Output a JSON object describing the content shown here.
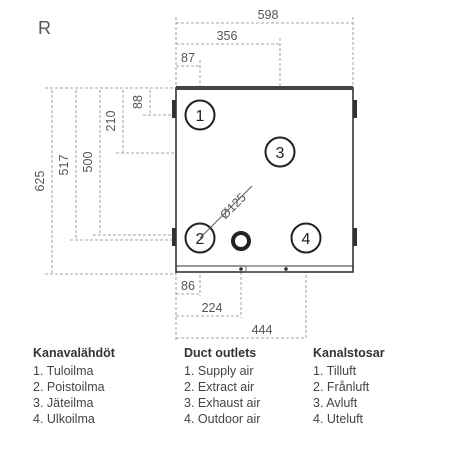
{
  "view_label": "R",
  "dimensions": {
    "width_598": "598",
    "width_356": "356",
    "width_87": "87",
    "height_88": "88",
    "height_210": "210",
    "height_500": "500",
    "height_517": "517",
    "height_625": "625",
    "diameter": "Ø125",
    "width_86": "86",
    "width_224": "224",
    "width_444": "444"
  },
  "outlets": {
    "o1": "1",
    "o2": "2",
    "o3": "3",
    "o4": "4"
  },
  "legend": {
    "finnish": {
      "title": "Kanavalähdöt",
      "items": [
        "1. Tuloilma",
        "2. Poistoilma",
        "3. Jäteilma",
        "4. Ulkoilma"
      ]
    },
    "english": {
      "title": "Duct outlets",
      "items": [
        "1. Supply air",
        "2. Extract air",
        "3. Exhaust air",
        "4. Outdoor air"
      ]
    },
    "swedish": {
      "title": "Kanalstosar",
      "items": [
        "1. Tilluft",
        "2. Frånluft",
        "3. Avluft",
        "4. Uteluft"
      ]
    }
  },
  "colors": {
    "line": "#333333",
    "dim": "#777777",
    "unit_fill": "#ffffff"
  }
}
